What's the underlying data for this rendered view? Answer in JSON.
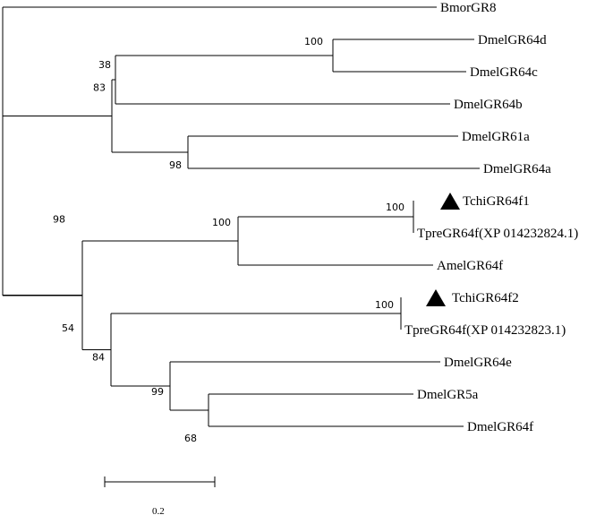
{
  "tree": {
    "taxa": [
      {
        "id": "bmor8",
        "label": "BmorGR8"
      },
      {
        "id": "dm64d",
        "label": "DmelGR64d"
      },
      {
        "id": "dm64c",
        "label": "DmelGR64c"
      },
      {
        "id": "dm64b",
        "label": "DmelGR64b"
      },
      {
        "id": "dm61a",
        "label": "DmelGR61a"
      },
      {
        "id": "dm64a",
        "label": "DmelGR64a"
      },
      {
        "id": "tc64f1",
        "label": "TchiGR64f1",
        "marker": "triangle"
      },
      {
        "id": "tp64f_1",
        "label": "TpreGR64f(XP 014232824.1)"
      },
      {
        "id": "am64f",
        "label": "AmelGR64f"
      },
      {
        "id": "tc64f2",
        "label": "TchiGR64f2",
        "marker": "triangle"
      },
      {
        "id": "tp64f_2",
        "label": "TpreGR64f(XP 014232823.1)"
      },
      {
        "id": "dm64e",
        "label": "DmelGR64e"
      },
      {
        "id": "dm5a",
        "label": "DmelGR5a"
      },
      {
        "id": "dm64f",
        "label": "DmelGR64f"
      }
    ],
    "bootstrap": {
      "n_dm64d_c": "100",
      "n_dm64bcd": "38",
      "n_dm_upper": "83",
      "n_dm61a_64a": "98",
      "n_tc1_tp": "100",
      "n_tc1_am": "100",
      "n_tc2_tp": "100",
      "n_dm5a_64f": "68",
      "n_dm_lower3": "99",
      "n_lower": "84",
      "n_lower_all": "54",
      "n_ingroup": "98"
    }
  },
  "scale_bar": {
    "label": "0.2"
  }
}
